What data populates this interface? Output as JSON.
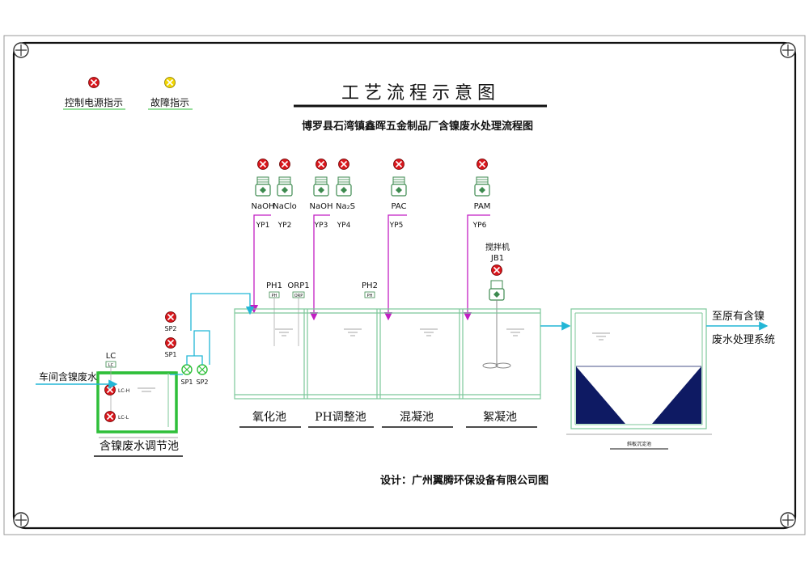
{
  "title": "工艺流程示意图",
  "subtitle": "博罗县石湾镇鑫晖五金制品厂含镍废水处理流程图",
  "legend": {
    "power": "控制电源指示",
    "fault": "故障指示"
  },
  "pumps": [
    {
      "chem": "NaOH",
      "tag": "YP1"
    },
    {
      "chem": "NaClo",
      "tag": "YP2"
    },
    {
      "chem": "NaOH",
      "tag": "YP3"
    },
    {
      "chem": "Na₂S",
      "tag": "YP4"
    },
    {
      "chem": "PAC",
      "tag": "YP5"
    },
    {
      "chem": "PAM",
      "tag": "YP6"
    }
  ],
  "mixer": {
    "name": "搅拌机",
    "tag": "JB1"
  },
  "instruments": {
    "ph1": "PH1",
    "orp1": "ORP1",
    "ph2": "PH2",
    "ph1_box": "PH",
    "orp1_box": "ORP",
    "ph2_box": "PH"
  },
  "tanks": {
    "oxidation": "氧化池",
    "ph_adjust": "PH调整池",
    "coagulation": "混凝池",
    "flocculation": "絮凝池",
    "equalization": "含镍废水调节池",
    "settling": "斜板沉淀池"
  },
  "level": {
    "lc": "LC",
    "lc_box": "LC",
    "high": "LC-H",
    "low": "LC-L"
  },
  "lift_pumps": {
    "sp1": "SP1",
    "sp2": "SP2"
  },
  "flows": {
    "inlet": "车间含镍废水",
    "outlet_line1": "至原有含镍",
    "outlet_line2": "废水处理系统"
  },
  "credit": "设计：广州翼腾环保设备有限公司图",
  "colors": {
    "red": "#d9161c",
    "yellow": "#f2d600",
    "green_pipe": "#2fbf3a",
    "tank": "#7cc79a",
    "magenta": "#c21fc4",
    "cyan": "#22b6d6",
    "navy": "#0e1a63",
    "pump": "#3d8a4f"
  }
}
